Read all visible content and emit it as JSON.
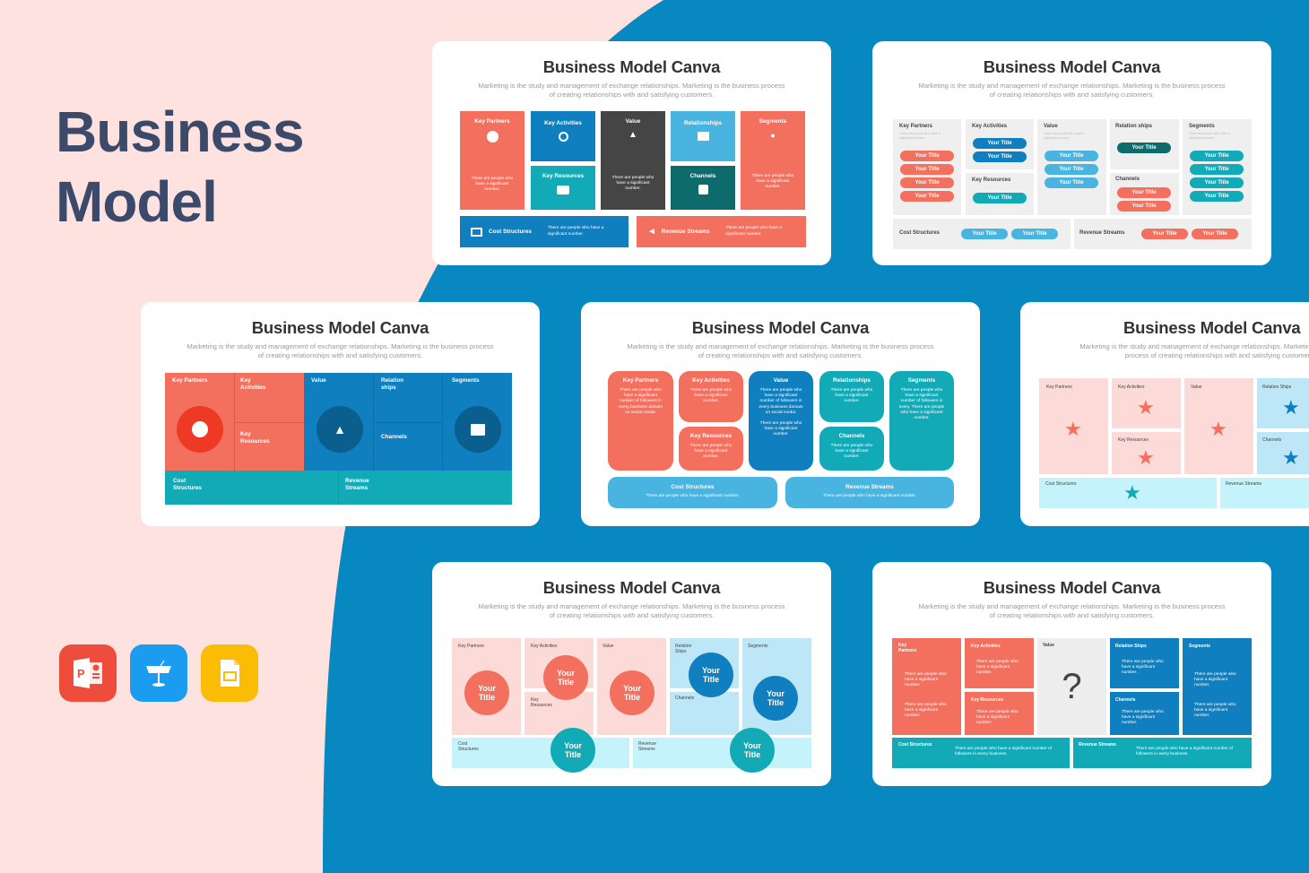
{
  "hero": {
    "line1": "Business",
    "line2": "Model"
  },
  "apps": [
    {
      "name": "PowerPoint",
      "icon": "powerpoint-icon",
      "color": "#ef4d3c"
    },
    {
      "name": "Keynote",
      "icon": "keynote-icon",
      "color": "#1c9cf0"
    },
    {
      "name": "Google Slides",
      "icon": "google-slides-icon",
      "color": "#fbbc05"
    }
  ],
  "colors": {
    "background_pink": "#fde2df",
    "background_blue": "#0788c1",
    "heading": "#3b4a6b",
    "coral": "#f36f5e",
    "blue": "#0f7fbf",
    "teal": "#13aab8",
    "dark_teal": "#0d6b6b",
    "dark_gray": "#454545",
    "light_blue": "#49b4e0"
  },
  "slide_common": {
    "title": "Business Model Canva",
    "subtitle": "Marketing is the study and management of exchange relationships. Marketing is the business process of creating relationships with and satisfying customers."
  },
  "slide1": {
    "key_partners": "Key Partners",
    "key_activities": "Key Activities",
    "key_resources": "Key Resources",
    "value": "Value",
    "relationships": "Relationships",
    "channels": "Channels",
    "segments": "Segments",
    "cost_structures": "Cost Structures",
    "revenue_streams": "Revenue Streams",
    "desc": "There are people who have a significant number.",
    "desc_wide": "There are people who have a significant number."
  },
  "slide2": {
    "key_partners": "Key Partners",
    "key_activities": "Key Activities",
    "key_resources": "Key Resources",
    "value": "Value",
    "relationships": "Relation ships",
    "channels": "Channels",
    "segments": "Segments",
    "cost_structures": "Cost Structures",
    "revenue_streams": "Revenue Streams",
    "small_desc": "There are people who have a significant number.",
    "pill": "Your Title"
  },
  "slide3": {
    "key_partners": "Key Partners",
    "key_activities": "Key Activities",
    "key_resources": "Key Resources",
    "value": "Value",
    "relationships": "Relation ships",
    "channels": "Channels",
    "segments": "Segments",
    "cost_structures": "Cost Structures",
    "revenue_streams": "Revenue Streams"
  },
  "slide4": {
    "key_partners": "Key Partners",
    "key_activities": "Key Activities",
    "key_resources": "Key Resources",
    "value": "Value",
    "relationships": "Relationships",
    "channels": "Channels",
    "segments": "Segments",
    "cost_structures": "Cost Structures",
    "revenue_streams": "Revenue Streams",
    "desc_long": "There are people who have a significant number of followers in every business domain on social media.",
    "desc_short": "There are people who have a significant number.",
    "desc_seg": "There are people who have a significant number of followers in every. There are people who have a significant number.",
    "desc_wide": "There are people who have a significant number."
  },
  "slide5": {
    "key_partners": "Key Partners",
    "key_activities": "Key Activities",
    "key_resources": "Key Resources",
    "value": "Value",
    "relationships": "Relation Ships",
    "channels": "Channels",
    "cost_structures": "Cost Structures",
    "revenue_streams": "Revenue Streams"
  },
  "slide6": {
    "key_partners": "Key Partners",
    "key_activities": "Key Activities",
    "key_resources": "Key Resources",
    "value": "Value",
    "relationships": "Relation Ships",
    "channels": "Channels",
    "segments": "Segments",
    "cost_structures": "Cost Structures",
    "revenue_streams": "Revenue Streams",
    "circle": "Your Title"
  },
  "slide7": {
    "key_partners": "Key Partners",
    "key_activities": "Key Activities",
    "key_resources": "Key Resources",
    "value": "Value",
    "value_symbol": "?",
    "relationships": "Relation Ships",
    "channels": "Channels",
    "segments": "Segments",
    "cost_structures": "Cost Structures",
    "revenue_streams": "Revenue Streams",
    "bullet": "There are people who have a significant number.",
    "bullet_wide": "There are people who have a significant number of followers in every business."
  }
}
